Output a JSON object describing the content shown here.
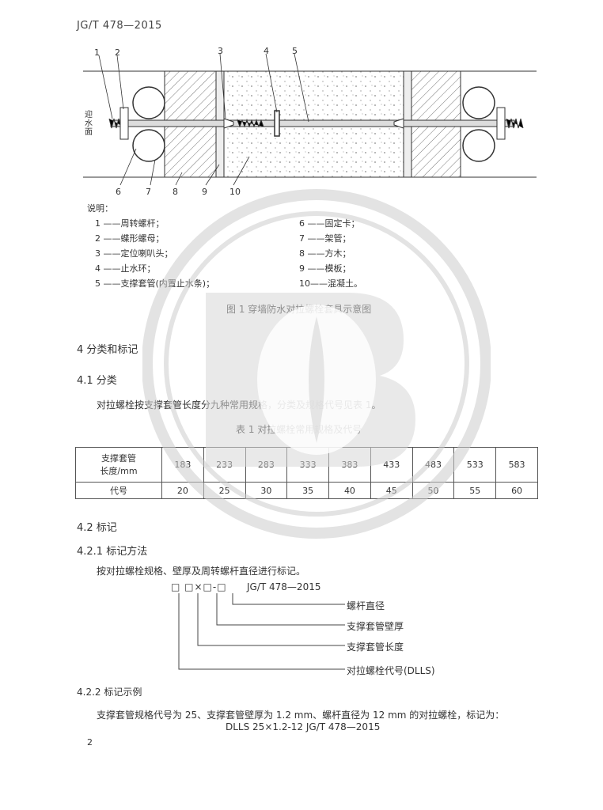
{
  "header": {
    "std_code": "JG/T 478—2015"
  },
  "figure": {
    "part_numbers": [
      "1",
      "2",
      "3",
      "4",
      "5",
      "6",
      "7",
      "8",
      "9",
      "10"
    ],
    "side_label": "迎水面",
    "legend_title": "说明：",
    "legend_items": [
      "1 ——周转螺杆；",
      "2 ——蝶形螺母；",
      "3 ——定位喇叭头；",
      "4 ——止水环；",
      "5 ——支撑套管(内置止水条)；",
      "6 ——固定卡；",
      "7 ——架管；",
      "8 ——方木；",
      "9 ——模板；",
      "10——混凝土。"
    ],
    "caption": "图 1   穿墙防水对拉螺栓套具示意图"
  },
  "section4": {
    "heading": "4   分类和标记",
    "s41_heading": "4.1   分类",
    "s41_text": "对拉螺栓按支撑套管长度分九种常用规格，分类及规格代号见表 1。",
    "table_caption": "表 1   对拉螺栓常用规格及代号",
    "table": {
      "row1_header_line1": "支撑套管",
      "row1_header_line2": "长度/mm",
      "lengths": [
        "183",
        "233",
        "283",
        "333",
        "383",
        "433",
        "483",
        "533",
        "583"
      ],
      "row2_header": "代号",
      "codes": [
        "20",
        "25",
        "30",
        "35",
        "40",
        "45",
        "50",
        "55",
        "60"
      ]
    },
    "s42_heading": "4.2   标记",
    "s421_heading": "4.2.1   标记方法",
    "s421_text": "按对拉螺栓规格、壁厚及周转螺杆直径进行标记。",
    "marking": {
      "code_line_boxes": "□  □×□-□",
      "code_line_std": "JG/T 478—2015",
      "labels": [
        "螺杆直径",
        "支撑套管壁厚",
        "支撑套管长度",
        "对拉螺栓代号(DLLS)"
      ]
    },
    "s422_heading": "4.2.2   标记示例",
    "s422_text": "支撑套管规格代号为 25、支撑套管壁厚为 1.2 mm、螺杆直径为 12 mm 的对拉螺栓，标记为：",
    "s422_example": "DLLS 25×1.2-12   JG/T 478—2015"
  },
  "page_number": "2"
}
